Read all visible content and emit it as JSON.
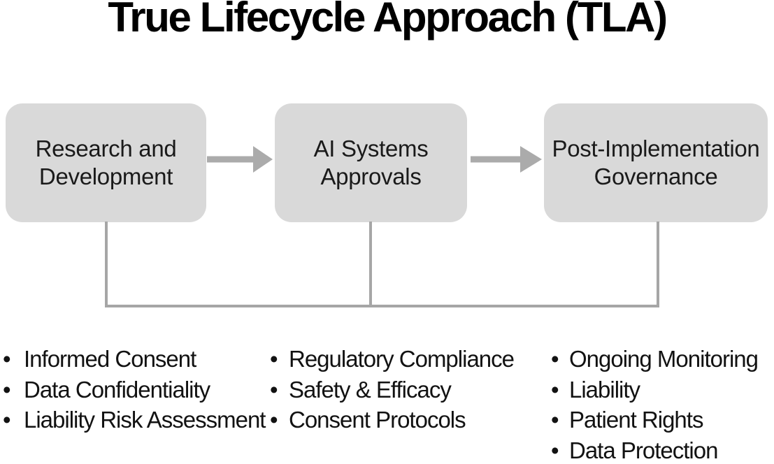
{
  "title": "True Lifecycle Approach (TLA)",
  "stages": [
    {
      "label": "Research and\nDevelopment"
    },
    {
      "label": "AI Systems\nApprovals"
    },
    {
      "label": "Post-Implementation\nGovernance"
    }
  ],
  "bullet_char": "•",
  "lists": [
    {
      "items": [
        "Informed Consent",
        "Data Confidentiality",
        "Liability Risk Assessment"
      ]
    },
    {
      "items": [
        "Regulatory Compliance",
        "Safety & Efficacy",
        "Consent Protocols"
      ]
    },
    {
      "items": [
        "Ongoing Monitoring",
        "Liability",
        "Patient Rights",
        "Data Protection"
      ]
    }
  ],
  "colors": {
    "box_fill": "#d9d9d9",
    "connector_line": "#a6a6a6",
    "arrow": "#ababab",
    "title_text": "#000000",
    "body_text": "#121212"
  }
}
